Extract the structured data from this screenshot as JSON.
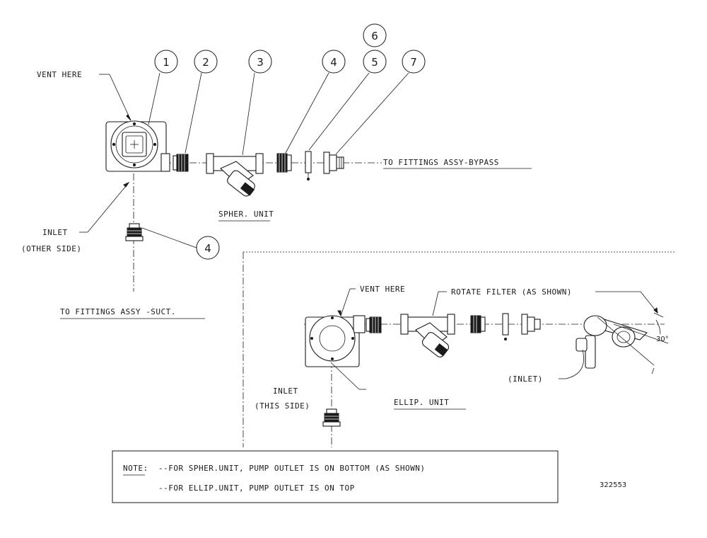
{
  "labels": {
    "vent_here_top": "VENT HERE",
    "inlet_other": "INLET",
    "inlet_other_sub": "(OTHER SIDE)",
    "to_bypass": "TO FITTINGS ASSY-BYPASS",
    "spher_unit": "SPHER. UNIT",
    "to_suct": "TO FITTINGS ASSY -SUCT.",
    "vent_here_bottom": "VENT HERE",
    "rotate_filter": "ROTATE FILTER (AS SHOWN)",
    "inlet_this": "INLET",
    "inlet_this_sub": "(THIS SIDE)",
    "ellip_unit": "ELLIP. UNIT",
    "inlet_paren": "(INLET)",
    "angle": "30°",
    "drawing_number": "322553"
  },
  "callouts": [
    "1",
    "2",
    "3",
    "4",
    "5",
    "6",
    "7",
    "4"
  ],
  "note": {
    "title": "NOTE:",
    "line1": "--FOR SPHER.UNIT, PUMP OUTLET IS ON BOTTOM (AS SHOWN)",
    "line2": "--FOR ELLIP.UNIT, PUMP OUTLET IS ON TOP"
  }
}
